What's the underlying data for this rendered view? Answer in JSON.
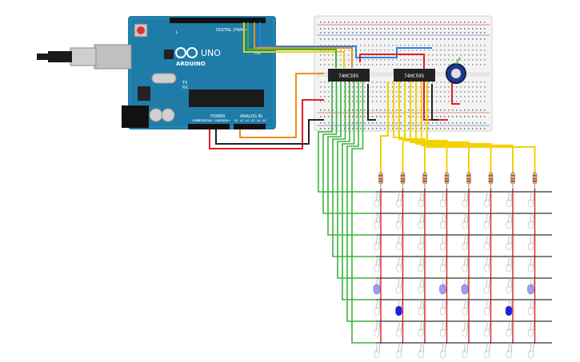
{
  "arduino": {
    "brand": "ARDUINO",
    "model": "UNO",
    "digital_header": "DIGITAL (PWM~)",
    "power_header": "POWER",
    "analog_header": "ANALOG IN",
    "on_label": "ON",
    "tx_label": "TX",
    "rx_label": "RX",
    "l_label": "L",
    "analog_pins": [
      "A0",
      "A1",
      "A2",
      "A3",
      "A4",
      "A5"
    ],
    "power_pins": [
      "IOREF",
      "RESET",
      "3.3V",
      "5V",
      "GND",
      "GND",
      "Vin"
    ]
  },
  "chips": [
    {
      "label": "74HC595"
    },
    {
      "label": "74HC595"
    }
  ],
  "colors": {
    "board": "#1f7ca8",
    "breadboard": "#f2f2f2",
    "wire_yellow": "#f2d200",
    "wire_green": "#3bb33b",
    "wire_orange": "#f08c1e",
    "wire_red": "#e02020",
    "wire_black": "#222222",
    "wire_blue": "#2a7fe0",
    "led_off": "#9c9cf0",
    "led_on": "#2020e0",
    "resistor": "#d9b98a"
  },
  "led_matrix": {
    "rows": 8,
    "cols": 8,
    "lit": [
      {
        "row": 4,
        "col": 0,
        "state": "dim"
      },
      {
        "row": 4,
        "col": 3,
        "state": "dim"
      },
      {
        "row": 4,
        "col": 4,
        "state": "dim"
      },
      {
        "row": 4,
        "col": 7,
        "state": "dim"
      },
      {
        "row": 5,
        "col": 1,
        "state": "on"
      },
      {
        "row": 5,
        "col": 6,
        "state": "on"
      }
    ]
  }
}
